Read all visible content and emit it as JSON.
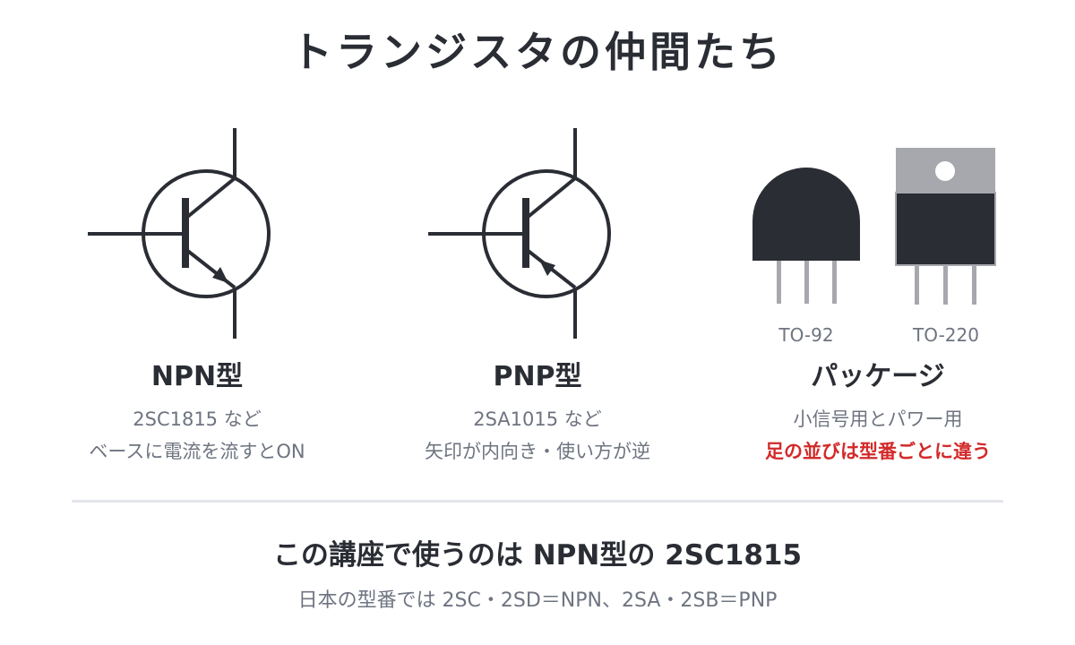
{
  "title": "トランジスタの仲間たち",
  "npn": {
    "name": "NPN型",
    "example": "2SC1815 など",
    "desc": "ベースに電流を流すとON"
  },
  "pnp": {
    "name": "PNP型",
    "example": "2SA1015 など",
    "desc": "矢印が内向き・使い方が逆"
  },
  "package": {
    "name": "パッケージ",
    "desc": "小信号用とパワー用",
    "warning": "足の並びは型番ごとに違う",
    "to92_label": "TO-92",
    "to220_label": "TO-220"
  },
  "bottom": {
    "main": "この講座で使うのは NPN型の 2SC1815",
    "sub": "日本の型番では 2SC・2SD＝NPN、2SA・2SB＝PNP"
  },
  "colors": {
    "ink": "#2a2d34",
    "muted": "#6e7480",
    "warning": "#d32a2a",
    "pkg_body": "#2a2d34",
    "heatsink_tab": "#a6a8ad",
    "leads": "#a6a8ad"
  }
}
